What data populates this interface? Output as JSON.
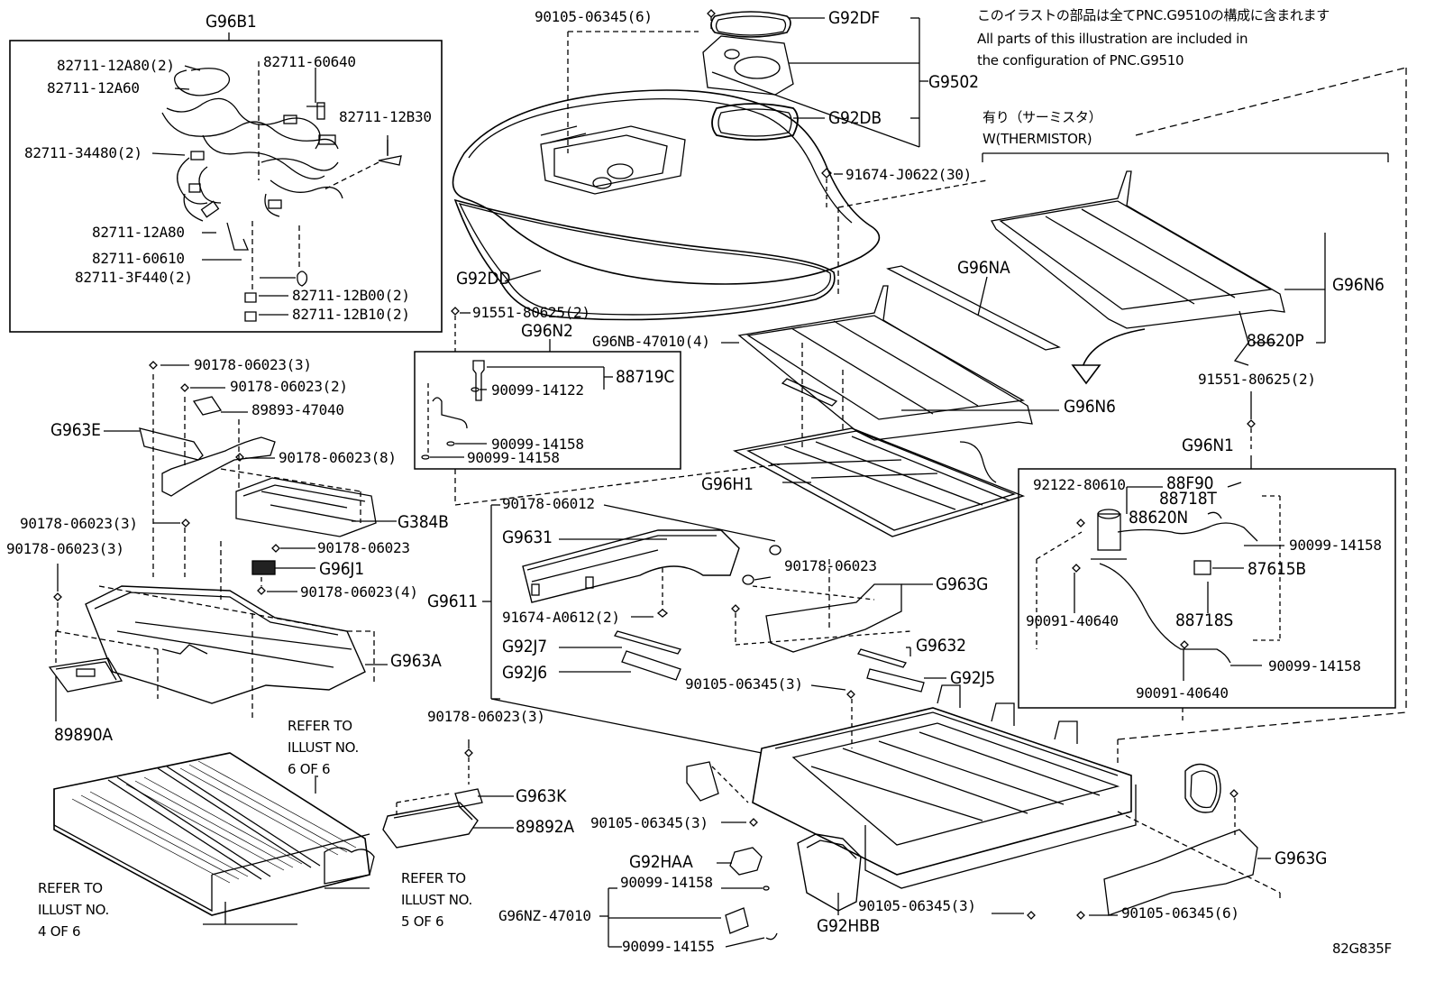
{
  "note": {
    "jp": "このイラストの部品は全てPNC.G9510の構成に含まれます",
    "en1": "All parts of this illustration are included in",
    "en2": "the configuration of PNC.G9510"
  },
  "thermistor": {
    "jp": "有り（サーミスタ）",
    "en": "W(THERMISTOR)"
  },
  "refer": {
    "r6": [
      "REFER TO",
      "ILLUST NO.",
      "6 OF 6"
    ],
    "r4": [
      "REFER TO",
      "ILLUST NO.",
      "4 OF 6"
    ],
    "r5": [
      "REFER TO",
      "ILLUST NO.",
      "5 OF 6"
    ]
  },
  "figure_id": "82G835F",
  "labels": {
    "G96B1": "G96B1",
    "p82711_12A80_2": "82711-12A80(2)",
    "p82711_60640": "82711-60640",
    "p82711_12A60": "82711-12A60",
    "p82711_12B30": "82711-12B30",
    "p82711_34480_2": "82711-34480(2)",
    "p82711_12A80": "82711-12A80",
    "p82711_60610": "82711-60610",
    "p82711_3F440_2": "82711-3F440(2)",
    "p82711_12B00_2": "82711-12B00(2)",
    "p82711_12B10_2": "82711-12B10(2)",
    "p90105_06345_6_top": "90105-06345(6)",
    "G92DF": "G92DF",
    "G9502": "G9502",
    "G92DB": "G92DB",
    "p91674_J0622_30": "91674-J0622(30)",
    "G92DD": "G92DD",
    "p91551_80625_2_a": "91551-80625(2)",
    "G96N2": "G96N2",
    "p88719C": "88719C",
    "p90099_14122": "90099-14122",
    "p90099_14158_a": "90099-14158",
    "p90099_14158_b": "90099-14158",
    "G96NA": "G96NA",
    "G96NB_47010_4": "G96NB-47010(4)",
    "G96N6_a": "G96N6",
    "G96N6_b": "G96N6",
    "p88620P": "88620P",
    "p91551_80625_2_b": "91551-80625(2)",
    "G96N1": "G96N1",
    "p92122_80610": "92122-80610",
    "p88F90": "88F90",
    "p88718T": "88718T",
    "p88620N": "88620N",
    "p90099_14158_c": "90099-14158",
    "p87615B": "87615B",
    "p90091_40640_a": "90091-40640",
    "p88718S": "88718S",
    "p90099_14158_d": "90099-14158",
    "p90091_40640_b": "90091-40640",
    "p90178_06023_3_a": "90178-06023(3)",
    "p90178_06023_2": "90178-06023(2)",
    "p89893_47040": "89893-47040",
    "G963E": "G963E",
    "p90178_06023_8": "90178-06023(8)",
    "G96H1": "G96H1",
    "G384B": "G384B",
    "p90178_06023_3_b": "90178-06023(3)",
    "p90178_06023_3_c": "90178-06023(3)",
    "p90178_06023_a": "90178-06023",
    "G96J1": "G96J1",
    "p90178_06023_4": "90178-06023(4)",
    "G963A": "G963A",
    "p89890A": "89890A",
    "p90178_06012": "90178-06012",
    "G9631": "G9631",
    "p90178_06023_b": "90178-06023",
    "G963G_a": "G963G",
    "G9611": "G9611",
    "p91674_A0612_2": "91674-A0612(2)",
    "G92J7": "G92J7",
    "G9632": "G9632",
    "G92J6": "G92J6",
    "G92J5": "G92J5",
    "p90105_06345_3_a": "90105-06345(3)",
    "p90178_06023_3_d": "90178-06023(3)",
    "G963K": "G963K",
    "p89892A": "89892A",
    "p90105_06345_3_b": "90105-06345(3)",
    "G92HAA": "G92HAA",
    "p90099_14158_e": "90099-14158",
    "G96NZ_47010": "G96NZ-47010",
    "p90099_14155": "90099-14155",
    "G92HBB": "G92HBB",
    "p90105_06345_3_c": "90105-06345(3)",
    "p90105_06345_6_b": "90105-06345(6)",
    "G963G_b": "G963G"
  }
}
